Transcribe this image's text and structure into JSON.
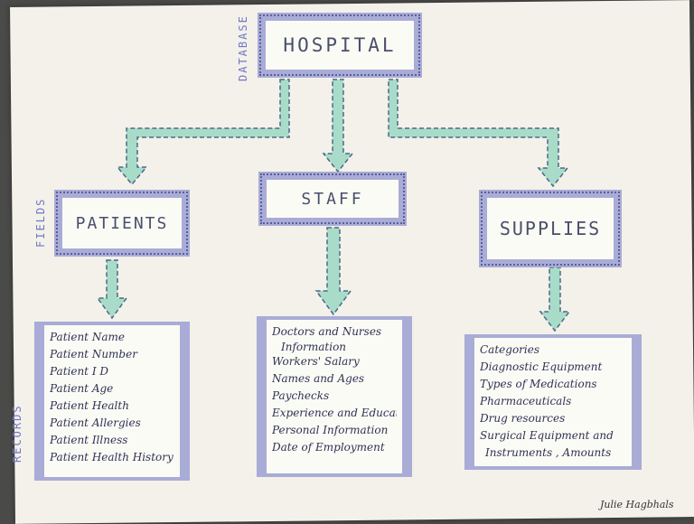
{
  "labels": {
    "database": "DATABASE",
    "fields": "FIELDS",
    "records": "RECORDS"
  },
  "nodes": {
    "hospital": "HOSPITAL",
    "patients": "PATIENTS",
    "staff": "STAFF",
    "supplies": "SUPPLIES"
  },
  "records": {
    "patients": [
      "Patient Name",
      "Patient Number",
      "Patient I D",
      "Patient Age",
      "Patient Health",
      "Patient Allergies",
      "Patient Illness",
      "Patient Health History"
    ],
    "staff": [
      "Doctors and Nurses",
      "Information",
      "Workers' Salary",
      "Names and Ages",
      "Paychecks",
      "Experience and Education",
      "Personal Information",
      "Date of Employment"
    ],
    "supplies": [
      "Categories",
      "Diagnostic Equipment",
      "Types of Medications",
      "Pharmaceuticals",
      "Drug resources",
      "Surgical Equipment and",
      "Instruments , Amounts"
    ]
  },
  "signature": "Julie Hagbhals",
  "colors": {
    "box_border": "#a9acd6",
    "arrow_fill": "#a9dcc8",
    "label": "#7177c4"
  }
}
